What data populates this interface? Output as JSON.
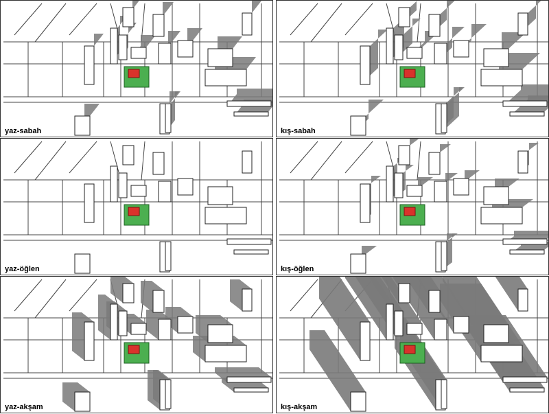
{
  "panels": [
    {
      "label": "yaz-sabah"
    },
    {
      "label": "kış-sabah"
    },
    {
      "label": "yaz-öğlen"
    },
    {
      "label": "kış-öğlen"
    },
    {
      "label": "yaz-akşam"
    },
    {
      "label": "kış-akşam"
    }
  ],
  "colors": {
    "shadow": "#7a7a7a",
    "building_fill": "#ffffff",
    "building_stroke": "#222222",
    "road_line": "#444444",
    "site_green": "#4caf50",
    "site_red": "#d9322b"
  },
  "icons": [
    "site-plan-icon"
  ]
}
